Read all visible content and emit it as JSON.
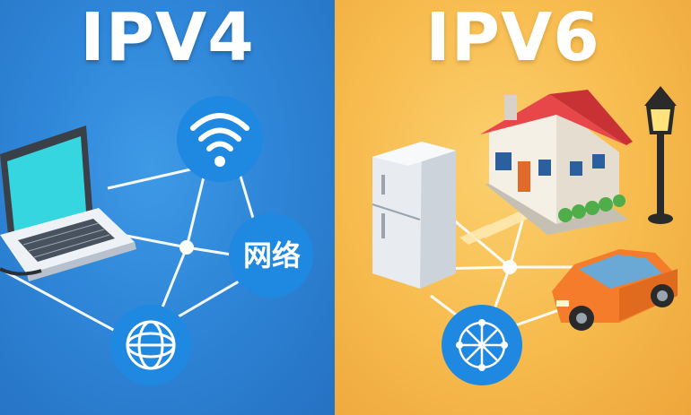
{
  "left_panel": {
    "title": "IPV4",
    "network_label": "网络"
  },
  "right_panel": {
    "title": "IPV6"
  },
  "colors": {
    "left_bg": "#2f86d8",
    "right_bg": "#f7bc4f",
    "node_blue": "#1f88e0",
    "house_roof": "#e8474a",
    "car": "#f57c2a"
  },
  "icons": [
    "laptop-icon",
    "wifi-icon",
    "globe-network-icon",
    "house-icon",
    "fridge-icon",
    "street-lamp-icon",
    "car-icon",
    "mesh-network-icon"
  ]
}
